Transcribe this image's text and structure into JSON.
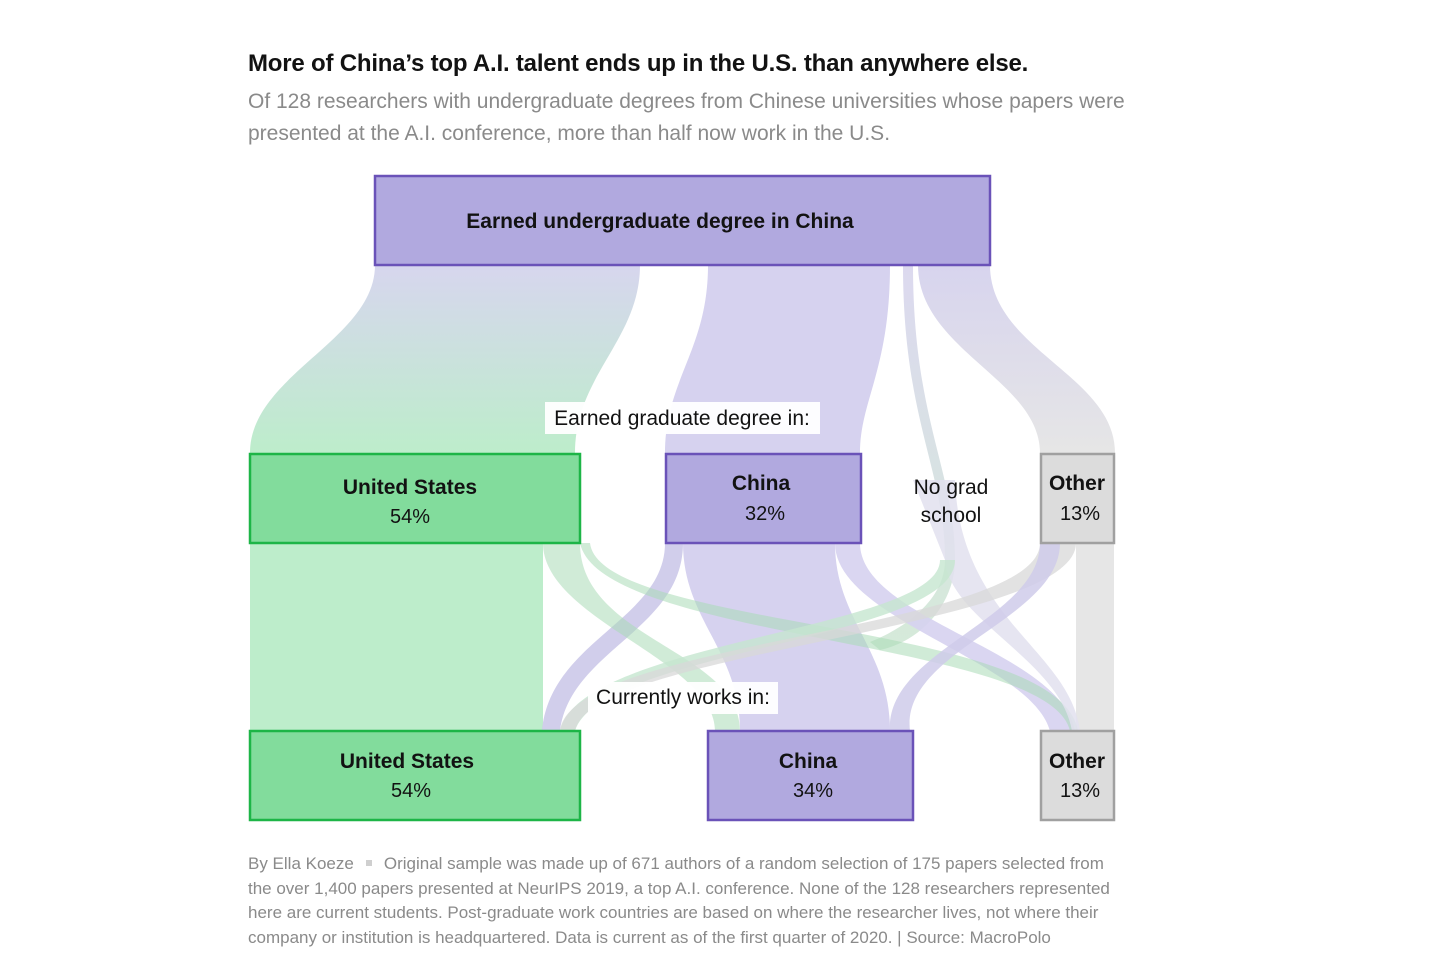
{
  "headline": "More of China’s top A.I. talent ends up in the U.S. than anywhere else.",
  "subhead": "Of 128 researchers with undergraduate degrees from Chinese universities whose papers were presented at the A.I. conference, more than half now work in the U.S.",
  "top_node": {
    "label": "Earned undergraduate degree in China"
  },
  "grad_heading": "Earned graduate degree in:",
  "grad_nodes": {
    "us": {
      "name": "United States",
      "pct": "54%"
    },
    "china": {
      "name": "China",
      "pct": "32%"
    },
    "nograd": {
      "line1": "No grad",
      "line2": "school"
    },
    "other": {
      "name": "Other",
      "pct": "13%"
    }
  },
  "work_heading": "Currently works in:",
  "work_nodes": {
    "us": {
      "name": "United States",
      "pct": "54%"
    },
    "china": {
      "name": "China",
      "pct": "34%"
    },
    "other": {
      "name": "Other",
      "pct": "13%"
    }
  },
  "footer": {
    "byline": "By Ella Koeze",
    "note": "Original sample was made up of 671 authors of a random selection of 175 papers selected from the over 1,400 papers presented at NeurIPS 2019, a top A.I. conference. None of the 128 researchers represented here are current students. Post-graduate work countries are based on where the researcher lives, not where their company or institution is headquartered. Data is current as of the first quarter of 2020. | Source: MacroPolo"
  },
  "colors": {
    "green_fill": "#82dc9c",
    "green_stroke": "#1db547",
    "green_flow": "#bdedcb",
    "purple_fill": "#b1a9df",
    "purple_stroke": "#6a52b8",
    "purple_flow": "#d4d0ee",
    "gray_fill": "#dcdcdc",
    "gray_stroke": "#a0a0a0",
    "gray_flow": "#e8e8e8"
  }
}
